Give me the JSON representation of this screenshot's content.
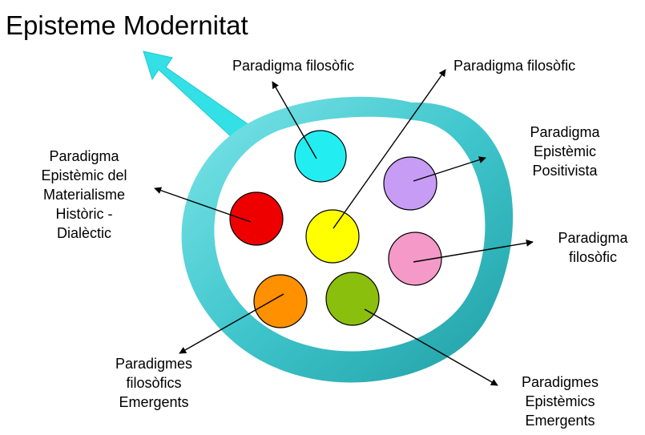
{
  "title": "Episteme Modernitat",
  "labels": {
    "top_center": "Paradigma filosòfic",
    "top_right": "Paradigma filosòfic",
    "left": [
      "Paradigma",
      "Epistèmic del",
      "Materialisme",
      "Històric -",
      "Dialèctic"
    ],
    "right_upper": [
      "Paradigma",
      "Epistèmic",
      "Positivista"
    ],
    "right_middle": [
      "Paradigma",
      "filosòfic"
    ],
    "bottom_left": [
      "Paradigmes",
      "filosòfics",
      "Emergents"
    ],
    "bottom_right": [
      "Paradigmes",
      "Epistèmics",
      "Emergents"
    ]
  },
  "colors": {
    "ring": "#4fd3d6",
    "ring_dark": "#2aa9ae",
    "arrow_up": "#33e0e6",
    "circle_cyan": "#22eef2",
    "circle_violet": "#c79cf5",
    "circle_red": "#ee0000",
    "circle_yellow": "#ffff00",
    "circle_pink": "#f59ac8",
    "circle_orange": "#ff9000",
    "circle_green": "#8bbf0e"
  }
}
